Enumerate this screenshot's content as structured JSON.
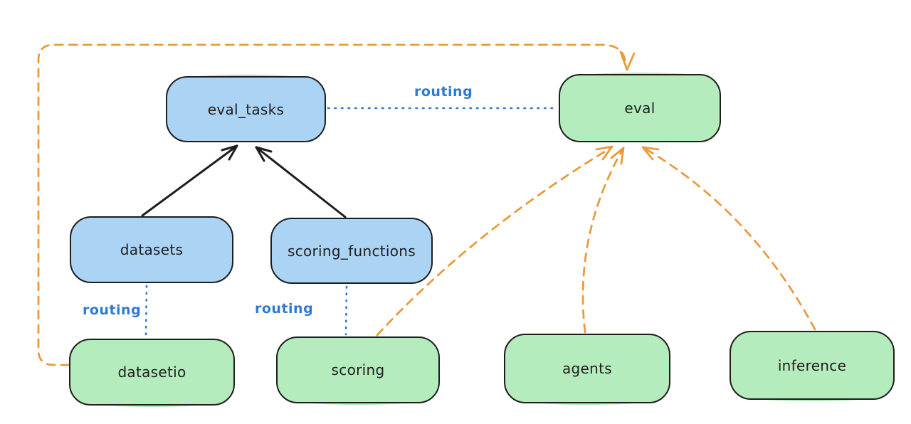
{
  "diagram": {
    "type": "flow-diagram",
    "background": "#ffffff",
    "colors": {
      "blue_node_fill": "#abd3f4",
      "green_node_fill": "#b5ecbd",
      "node_stroke": "#1e1e1e",
      "node_text": "#1e1e1e",
      "routing_blue": "#2f7ad1",
      "orange": "#e99b3c",
      "black": "#1e1e1e"
    },
    "nodes": {
      "eval_tasks": {
        "label": "eval_tasks",
        "fill": "blue"
      },
      "eval": {
        "label": "eval",
        "fill": "green"
      },
      "datasets": {
        "label": "datasets",
        "fill": "blue"
      },
      "scoring_functions": {
        "label": "scoring_functions",
        "fill": "blue"
      },
      "datasetio": {
        "label": "datasetio",
        "fill": "green"
      },
      "scoring": {
        "label": "scoring",
        "fill": "green"
      },
      "agents": {
        "label": "agents",
        "fill": "green"
      },
      "inference": {
        "label": "inference",
        "fill": "green"
      }
    },
    "edge_labels": {
      "eval_tasks_to_eval": "routing",
      "datasets_to_datasetio": "routing",
      "scoring_functions_to_scoring": "routing"
    },
    "edges": [
      {
        "from": "datasets",
        "to": "eval_tasks",
        "style": "solid",
        "color": "black",
        "arrow": true
      },
      {
        "from": "scoring_functions",
        "to": "eval_tasks",
        "style": "solid",
        "color": "black",
        "arrow": true
      },
      {
        "from": "eval_tasks",
        "to": "eval",
        "style": "dotted",
        "color": "blue",
        "label": "routing",
        "arrow": false
      },
      {
        "from": "datasets",
        "to": "datasetio",
        "style": "dotted",
        "color": "blue",
        "label": "routing",
        "arrow": false
      },
      {
        "from": "scoring_functions",
        "to": "scoring",
        "style": "dotted",
        "color": "blue",
        "label": "routing",
        "arrow": false
      },
      {
        "from": "datasetio",
        "to": "eval",
        "style": "dashed",
        "color": "orange",
        "arrow": true
      },
      {
        "from": "scoring",
        "to": "eval",
        "style": "dashed",
        "color": "orange",
        "arrow": true
      },
      {
        "from": "agents",
        "to": "eval",
        "style": "dashed",
        "color": "orange",
        "arrow": true
      },
      {
        "from": "inference",
        "to": "eval",
        "style": "dashed",
        "color": "orange",
        "arrow": true
      }
    ]
  }
}
